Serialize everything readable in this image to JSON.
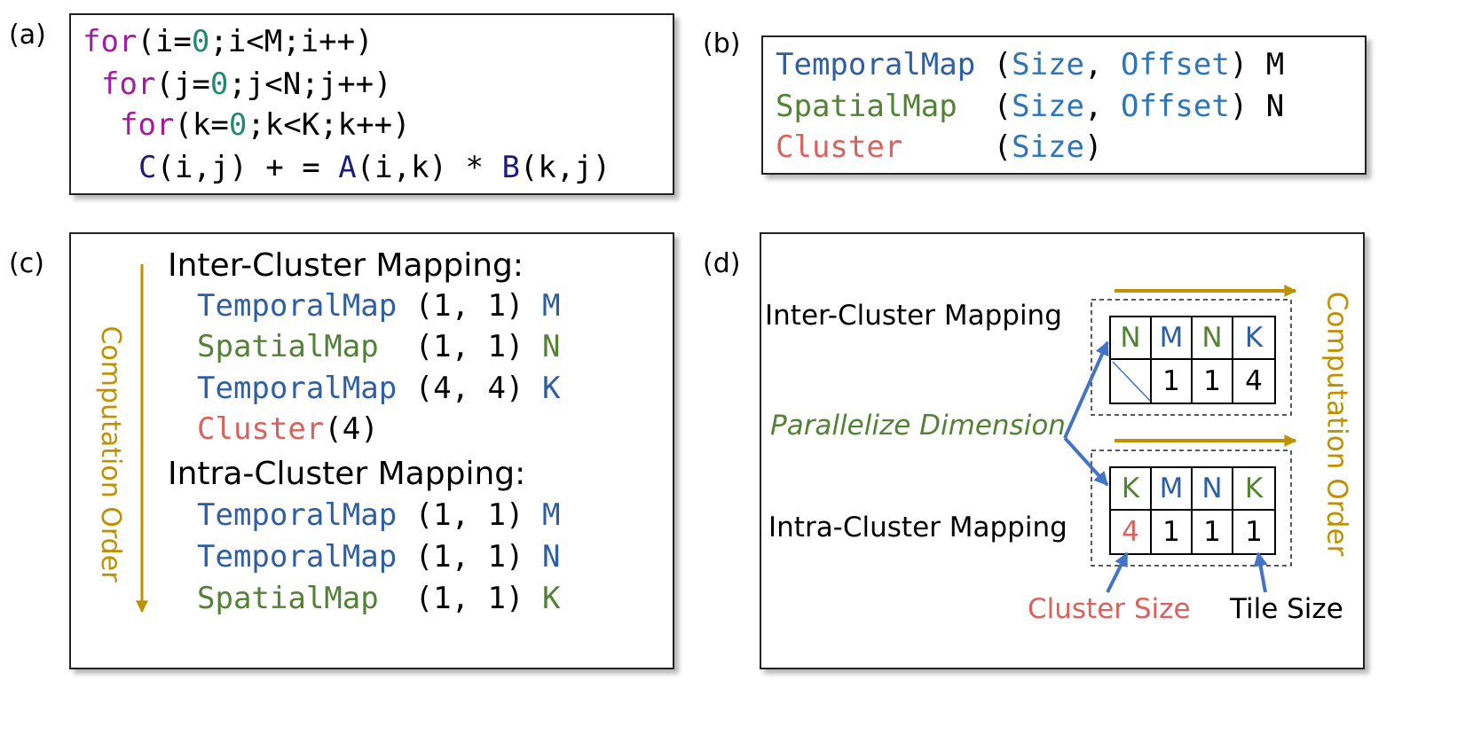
{
  "labels": {
    "a": "(a)",
    "b": "(b)",
    "c": "(c)",
    "d": "(d)"
  },
  "panel_a": {
    "lines": [
      [
        {
          "t": "for",
          "c": "kw"
        },
        {
          "t": "(i=",
          "c": "txt"
        },
        {
          "t": "0",
          "c": "num"
        },
        {
          "t": ";i<M;i++)",
          "c": "txt"
        }
      ],
      [
        {
          "t": "for",
          "c": "kw"
        },
        {
          "t": "(j=",
          "c": "txt"
        },
        {
          "t": "0",
          "c": "num"
        },
        {
          "t": ";j<N;j++)",
          "c": "txt"
        }
      ],
      [
        {
          "t": "for",
          "c": "kw"
        },
        {
          "t": "(k=",
          "c": "txt"
        },
        {
          "t": "0",
          "c": "num"
        },
        {
          "t": ";k<K;k++)",
          "c": "txt"
        }
      ],
      [
        {
          "t": "C",
          "c": "navy"
        },
        {
          "t": "(i,j) + = ",
          "c": "txt"
        },
        {
          "t": "A",
          "c": "navy"
        },
        {
          "t": "(i,k) * ",
          "c": "txt"
        },
        {
          "t": "B",
          "c": "navy"
        },
        {
          "t": "(k,j)",
          "c": "txt"
        }
      ]
    ]
  },
  "panel_b": {
    "lines": [
      [
        {
          "t": "TemporalMap",
          "c": "blue"
        },
        {
          "t": " (",
          "c": "txt"
        },
        {
          "t": "Size",
          "c": "lblue"
        },
        {
          "t": ", ",
          "c": "txt"
        },
        {
          "t": "Offset",
          "c": "lblue"
        },
        {
          "t": ") M",
          "c": "txt"
        }
      ],
      [
        {
          "t": "SpatialMap",
          "c": "green"
        },
        {
          "t": "  (",
          "c": "txt"
        },
        {
          "t": "Size",
          "c": "lblue"
        },
        {
          "t": ", ",
          "c": "txt"
        },
        {
          "t": "Offset",
          "c": "lblue"
        },
        {
          "t": ") N",
          "c": "txt"
        }
      ],
      [
        {
          "t": "Cluster",
          "c": "red"
        },
        {
          "t": "     (",
          "c": "txt"
        },
        {
          "t": "Size",
          "c": "lblue"
        },
        {
          "t": ")",
          "c": "txt"
        }
      ]
    ]
  },
  "panel_c": {
    "inter_title": "Inter-Cluster Mapping:",
    "intra_title": "Intra-Cluster Mapping:",
    "order_label": "Computation Order",
    "inter_lines": [
      [
        {
          "t": "TemporalMap",
          "c": "blue"
        },
        {
          "t": " (1, 1) ",
          "c": "txt"
        },
        {
          "t": "M",
          "c": "blue"
        }
      ],
      [
        {
          "t": "SpatialMap",
          "c": "green"
        },
        {
          "t": "  (1, 1) ",
          "c": "txt"
        },
        {
          "t": "N",
          "c": "green"
        }
      ],
      [
        {
          "t": "TemporalMap",
          "c": "blue"
        },
        {
          "t": " (4, 4) ",
          "c": "txt"
        },
        {
          "t": "K",
          "c": "blue"
        }
      ],
      [
        {
          "t": "Cluster",
          "c": "red"
        },
        {
          "t": "(4)",
          "c": "txt"
        }
      ]
    ],
    "intra_lines": [
      [
        {
          "t": "TemporalMap",
          "c": "blue"
        },
        {
          "t": " (1, 1) ",
          "c": "txt"
        },
        {
          "t": "M",
          "c": "blue"
        }
      ],
      [
        {
          "t": "TemporalMap",
          "c": "blue"
        },
        {
          "t": " (1, 1) ",
          "c": "txt"
        },
        {
          "t": "N",
          "c": "blue"
        }
      ],
      [
        {
          "t": "SpatialMap",
          "c": "green"
        },
        {
          "t": "  (1, 1) ",
          "c": "txt"
        },
        {
          "t": "K",
          "c": "green"
        }
      ]
    ]
  },
  "panel_d": {
    "inter_label": "Inter-Cluster Mapping",
    "intra_label": "Intra-Cluster Mapping",
    "parallelize_label": "Parallelize Dimension",
    "order_label": "Computation Order",
    "cluster_size_label": "Cluster Size",
    "tile_size_label": "Tile Size",
    "inter_table": {
      "header": [
        {
          "t": "N",
          "c": "green"
        },
        {
          "t": "M",
          "c": "blue"
        },
        {
          "t": "N",
          "c": "green"
        },
        {
          "t": "K",
          "c": "blue"
        }
      ],
      "values": [
        {
          "t": "",
          "c": "txt"
        },
        {
          "t": "1",
          "c": "txt"
        },
        {
          "t": "1",
          "c": "txt"
        },
        {
          "t": "4",
          "c": "txt"
        }
      ]
    },
    "intra_table": {
      "header": [
        {
          "t": "K",
          "c": "green"
        },
        {
          "t": "M",
          "c": "blue"
        },
        {
          "t": "N",
          "c": "blue"
        },
        {
          "t": "K",
          "c": "green"
        }
      ],
      "values": [
        {
          "t": "4",
          "c": "red"
        },
        {
          "t": "1",
          "c": "txt"
        },
        {
          "t": "1",
          "c": "txt"
        },
        {
          "t": "1",
          "c": "txt"
        }
      ]
    },
    "colors": {
      "arrow_blue": "#4472c4",
      "order_gold": "#bf9000"
    }
  }
}
